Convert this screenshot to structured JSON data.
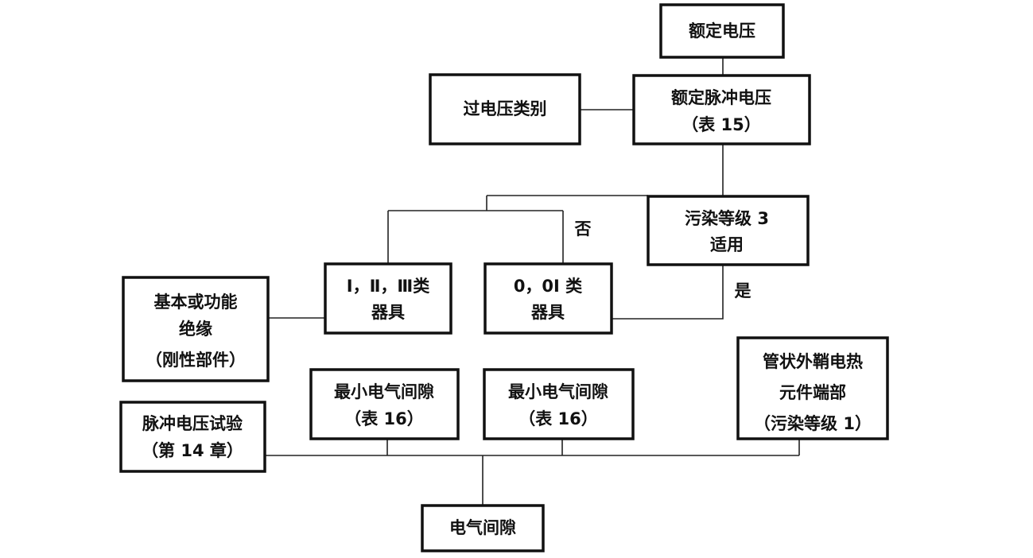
{
  "nodes": {
    "rated_voltage": {
      "lines": [
        "额定电压"
      ]
    },
    "rated_impulse_voltage": {
      "lines": [
        "额定脉冲电压",
        "（表 15）"
      ]
    },
    "overvoltage_category": {
      "lines": [
        "过电压类别"
      ]
    },
    "pollution_degree_3": {
      "lines": [
        "污染等级 3",
        "适用"
      ]
    },
    "class_1_2_3": {
      "lines": [
        "Ⅰ，Ⅱ，Ⅲ类",
        "器具"
      ]
    },
    "class_0_01": {
      "lines": [
        "0，0Ⅰ 类",
        "器具"
      ]
    },
    "basic_functional_insulation": {
      "lines": [
        "基本或功能",
        "绝缘",
        "（刚性部件）"
      ]
    },
    "min_clearance_a": {
      "lines": [
        "最小电气间隙",
        "（表 16）"
      ]
    },
    "min_clearance_b": {
      "lines": [
        "最小电气间隙",
        "（表 16）"
      ]
    },
    "sheathed_heating_element": {
      "lines": [
        "管状外鞘电热",
        "元件端部",
        "（污染等级 1）"
      ]
    },
    "impulse_voltage_test": {
      "lines": [
        "脉冲电压试验",
        "（第 14 章）"
      ]
    },
    "clearance": {
      "lines": [
        "电气间隙"
      ]
    }
  },
  "branch_labels": {
    "no": "否",
    "yes": "是"
  }
}
